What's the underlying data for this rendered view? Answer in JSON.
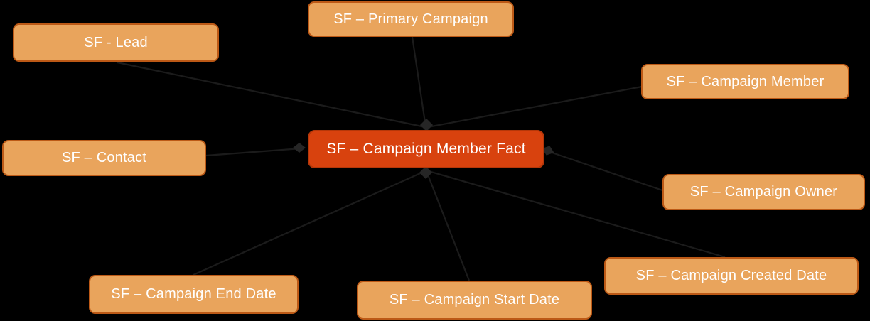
{
  "colors": {
    "background": "#000000",
    "central-fill": "#D8420E",
    "central-border": "#B53709",
    "satellite-fill": "#E9A45C",
    "satellite-border": "#BC5916",
    "text": "#FFFFFF",
    "connector": "#1B1B1B",
    "arrowhead": "#262626"
  },
  "nodes": {
    "central": {
      "label": "SF – Campaign Member Fact"
    },
    "lead": {
      "label": "SF - Lead"
    },
    "primary_campaign": {
      "label": "SF – Primary Campaign"
    },
    "campaign_member": {
      "label": "SF – Campaign Member"
    },
    "contact": {
      "label": "SF – Contact"
    },
    "campaign_owner": {
      "label": "SF – Campaign Owner"
    },
    "campaign_end_date": {
      "label": "SF – Campaign End Date"
    },
    "campaign_start_date": {
      "label": "SF – Campaign Start Date"
    },
    "campaign_created_date": {
      "label": "SF – Campaign Created Date"
    }
  },
  "edges": [
    {
      "from": "SF - Lead",
      "to": "SF – Campaign Member Fact"
    },
    {
      "from": "SF – Primary Campaign",
      "to": "SF – Campaign Member Fact"
    },
    {
      "from": "SF – Campaign Member",
      "to": "SF – Campaign Member Fact"
    },
    {
      "from": "SF – Contact",
      "to": "SF – Campaign Member Fact"
    },
    {
      "from": "SF – Campaign Owner",
      "to": "SF – Campaign Member Fact"
    },
    {
      "from": "SF – Campaign End Date",
      "to": "SF – Campaign Member Fact"
    },
    {
      "from": "SF – Campaign Start Date",
      "to": "SF – Campaign Member Fact"
    },
    {
      "from": "SF – Campaign Created Date",
      "to": "SF – Campaign Member Fact"
    }
  ]
}
